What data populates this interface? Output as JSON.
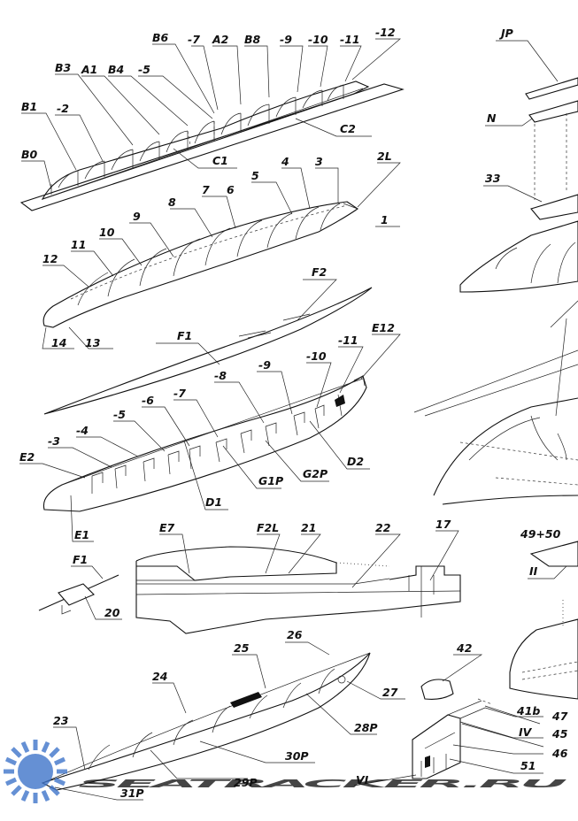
{
  "labels": {
    "top_board": [
      "B6",
      "-7",
      "A2",
      "B8",
      "-9",
      "-10",
      "-11",
      "-12",
      "B3",
      "A1",
      "B4",
      "-5",
      "B1",
      "-2",
      "B0",
      "C1",
      "C2"
    ],
    "upper_hull": [
      "5",
      "4",
      "3",
      "2L",
      "1",
      "7",
      "6",
      "9",
      "8",
      "10",
      "11",
      "12",
      "14",
      "13"
    ],
    "keel_strip": [
      "F2",
      "F1"
    ],
    "lower_hull": [
      "E12",
      "-11",
      "-10",
      "-9",
      "-8",
      "-7",
      "-6",
      "-5",
      "-4",
      "-3",
      "E2",
      "E1",
      "D1",
      "D2",
      "G1P",
      "G2P"
    ],
    "side_panel": [
      "E7",
      "F2L",
      "21",
      "22",
      "17"
    ],
    "small_part": [
      "F1",
      "20"
    ],
    "bottom_hull": [
      "26",
      "25",
      "24",
      "27",
      "28P",
      "23",
      "30P",
      "29P",
      "31P"
    ],
    "right_parts": [
      "42",
      "41b",
      "47",
      "IV",
      "45",
      "46",
      "VI",
      "51"
    ],
    "right_top": [
      "JP",
      "N",
      "33"
    ],
    "right_mid": [
      "49+50",
      "II"
    ]
  },
  "watermark": {
    "text": "SEATRACKER.RU",
    "color": "#3f74c9",
    "icon": "sun-logo-icon"
  }
}
